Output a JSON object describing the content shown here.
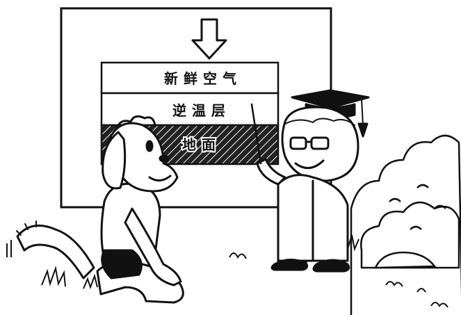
{
  "diagram": {
    "layers": [
      {
        "label": "新鲜空气"
      },
      {
        "label": "逆温层"
      },
      {
        "label": "地面"
      }
    ]
  },
  "colors": {
    "ink": "#111111",
    "paper": "#ffffff",
    "hatch": "#1a1a1a"
  }
}
